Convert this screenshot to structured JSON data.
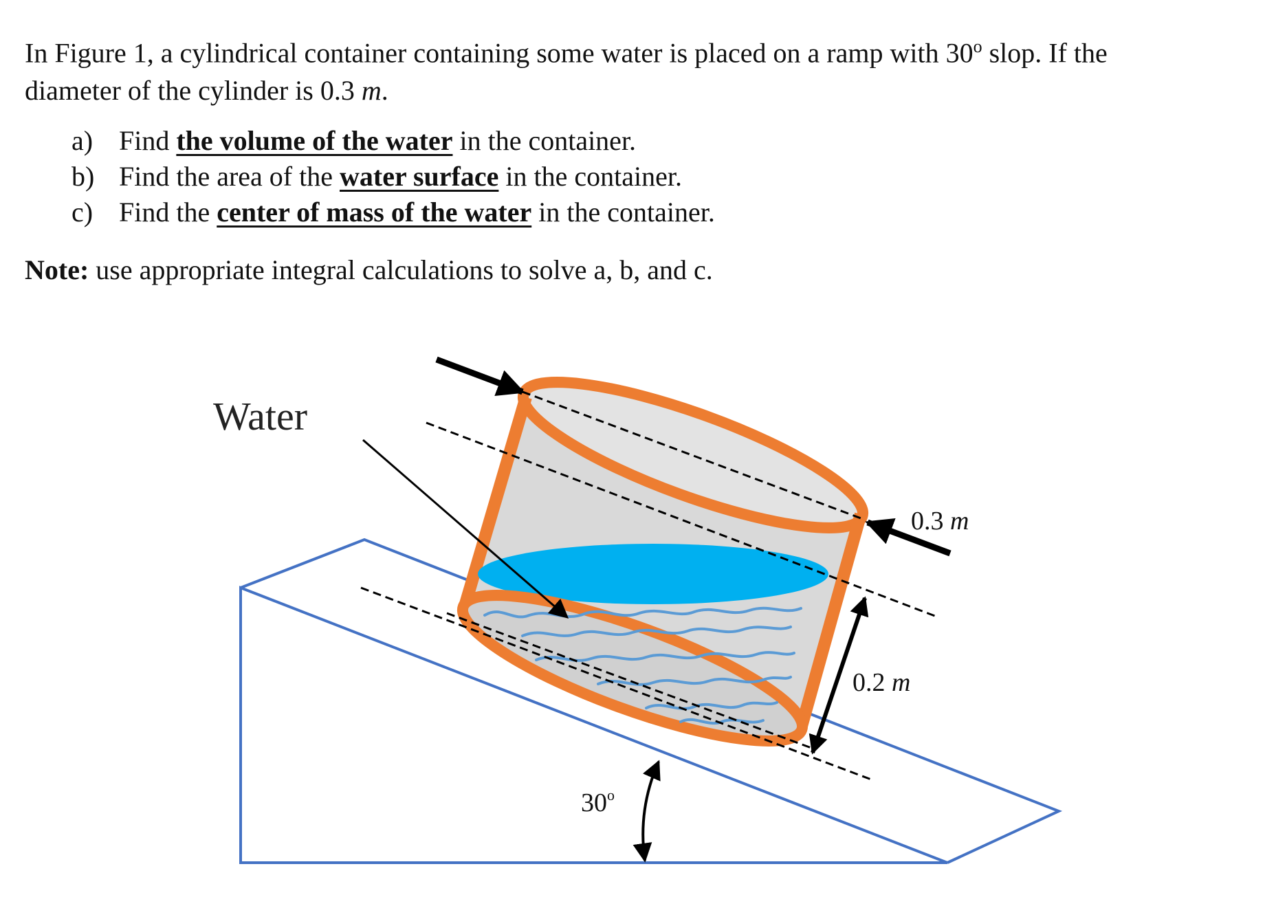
{
  "problem": {
    "intro_part1": "In Figure 1, a cylindrical container containing some water is placed on a ramp with 30",
    "intro_deg": "o",
    "intro_part2": " slop. If the",
    "intro_line2_pre": "diameter of the cylinder is 0.3 ",
    "intro_line2_unit": "m",
    "intro_line2_end": ".",
    "questions": [
      {
        "marker": "a)",
        "pre": "Find ",
        "emph": "the volume of the water",
        "post": " in the container."
      },
      {
        "marker": "b)",
        "pre": "Find the area of the ",
        "emph": "water surface",
        "post": " in the container."
      },
      {
        "marker": "c)",
        "pre": "Find the ",
        "emph": "center of mass of the water",
        "post": " in the container."
      }
    ],
    "note_label": "Note:",
    "note_text": " use appropriate integral calculations to solve a, b, and c."
  },
  "figure": {
    "water_label": "Water",
    "diameter_value": "0.3 ",
    "diameter_unit": "m",
    "height_value": "0.2 ",
    "height_unit": "m",
    "angle_value": "30",
    "angle_deg": "o",
    "colors": {
      "container": "#ed7d31",
      "water_surface": "#00b0f0",
      "water_lines": "#5b9bd5",
      "ramp": "#4472c4",
      "container_fill": "#d9d9d9"
    }
  }
}
